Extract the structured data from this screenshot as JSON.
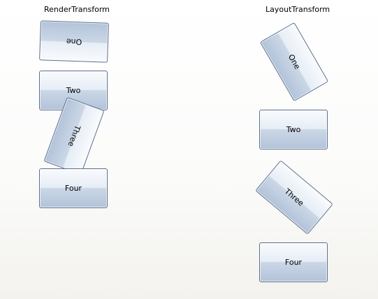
{
  "render_panel": {
    "title": "RenderTransform",
    "buttons": [
      "One",
      "Two",
      "Three",
      "Four"
    ]
  },
  "layout_panel": {
    "title": "LayoutTransform",
    "buttons": [
      "One",
      "Two",
      "Three",
      "Four"
    ]
  },
  "colors": {
    "button_border": "#5d6f8d",
    "button_gradient_top": "#f9fbfd",
    "button_gradient_bottom": "#b2c3d9",
    "background": "#f3f2ee"
  }
}
